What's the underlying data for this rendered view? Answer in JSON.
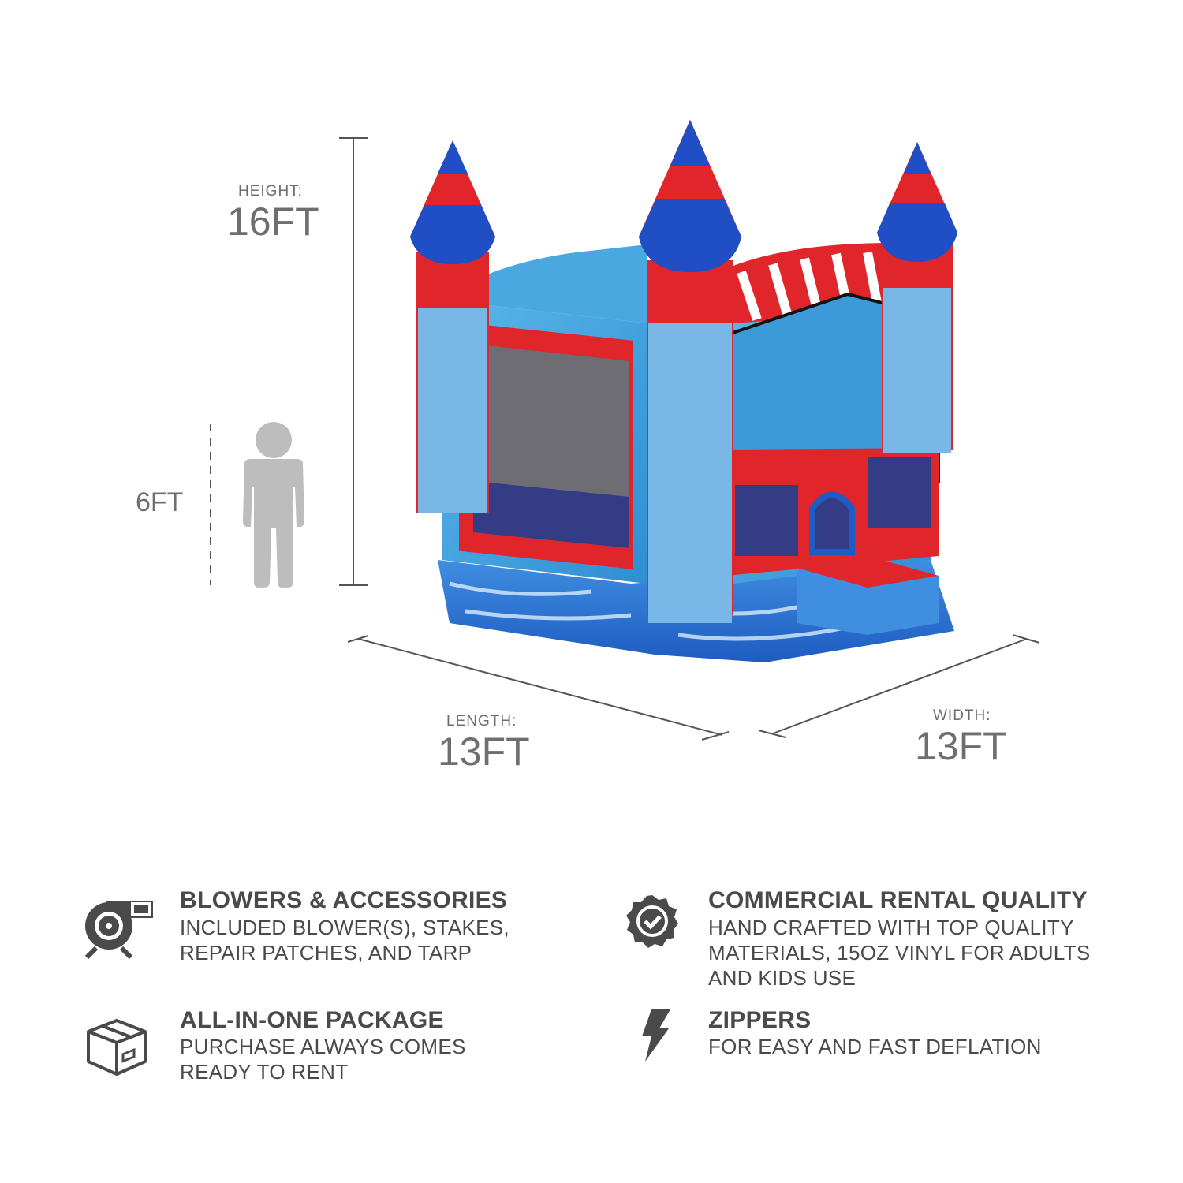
{
  "dimensions": {
    "height_label": "HEIGHT:",
    "height_value": "16FT",
    "person_value": "6FT",
    "length_label": "LENGTH:",
    "length_value": "13FT",
    "width_label": "WIDTH:",
    "width_value": "13FT"
  },
  "features": [
    {
      "icon": "blower-icon",
      "title": "BLOWERS & ACCESSORIES",
      "description": "INCLUDED BLOWER(S), STAKES, REPAIR PATCHES, AND TARP"
    },
    {
      "icon": "badge-check-icon",
      "title": "COMMERCIAL RENTAL QUALITY",
      "description": "HAND CRAFTED WITH TOP QUALITY MATERIALS, 15OZ VINYL FOR ADULTS AND KIDS USE"
    },
    {
      "icon": "box-icon",
      "title": "ALL-IN-ONE PACKAGE",
      "description": "PURCHASE ALWAYS COMES READY TO RENT"
    },
    {
      "icon": "lightning-icon",
      "title": "ZIPPERS",
      "description": "FOR EASY AND FAST DEFLATION"
    }
  ],
  "colors": {
    "text": "#4a4a4a",
    "dim_text": "#6e6e6e",
    "line": "#555555",
    "bounce_blue": "#2a6fd6",
    "bounce_red": "#e0252b",
    "bounce_sky": "#4aa8e0"
  }
}
